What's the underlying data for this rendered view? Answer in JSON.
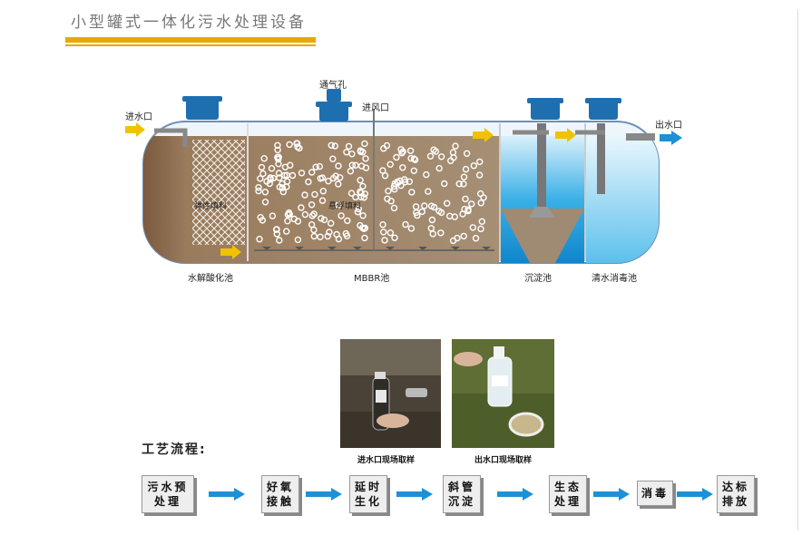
{
  "title": "小型罐式一体化污水处理设备",
  "diagram": {
    "labels": {
      "inlet": "进水口",
      "vent": "通气孔",
      "air_inlet": "进风口",
      "outlet": "出水口",
      "elastic_packing": "弹性填料",
      "suspended_packing": "悬浮填料",
      "hydrolysis": "水解酸化池",
      "mbbr": "MBBR池",
      "sedimentation": "沉淀池",
      "disinfection": "清水消毒池"
    },
    "colors": {
      "tank_outline": "#6c8fb8",
      "sludge": "#8a6e52",
      "clear_water": "#2ea6e0",
      "lid": "#1e6fb0",
      "arrow_yellow": "#f2c200",
      "arrow_blue": "#1e90d6"
    }
  },
  "photos": {
    "inlet_caption": "进水口现场取样",
    "outlet_caption": "出水口现场取样"
  },
  "process": {
    "title": "工艺流程:",
    "steps": [
      "污水预\n处理",
      "好氧\n接触",
      "延时\n生化",
      "斜管\n沉淀",
      "生态\n处理",
      "消毒",
      "达标\n排放"
    ],
    "arrow_color": "#1e90d6"
  }
}
